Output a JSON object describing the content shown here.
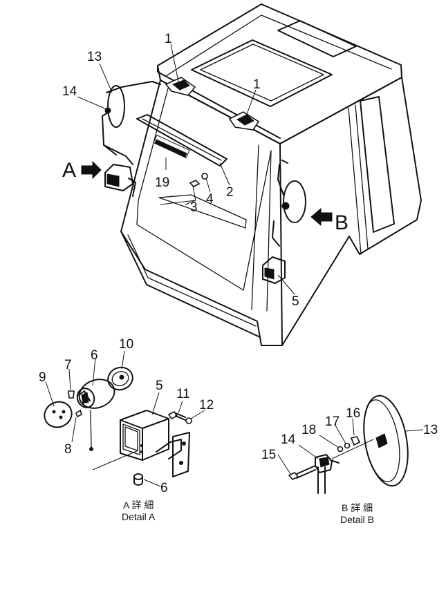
{
  "callouts": {
    "c1a": "1",
    "c1b": "1",
    "c2": "2",
    "c3": "3",
    "c4": "4",
    "c5top": "5",
    "c13top": "13",
    "c14top": "14",
    "c19": "19",
    "c5a": "5",
    "c6a": "6",
    "c6b": "6",
    "c7": "7",
    "c8": "8",
    "c9": "9",
    "c10": "10",
    "c11": "11",
    "c12": "12",
    "c13b": "13",
    "c14b": "14",
    "c15": "15",
    "c16": "16",
    "c17": "17",
    "c18": "18"
  },
  "view_letters": {
    "a": "A",
    "b": "B"
  },
  "captions": {
    "detail_a_jp": "A 詳 細",
    "detail_a_en": "Detail  A",
    "detail_b_jp": "B 詳 細",
    "detail_b_en": "Detail  B"
  }
}
